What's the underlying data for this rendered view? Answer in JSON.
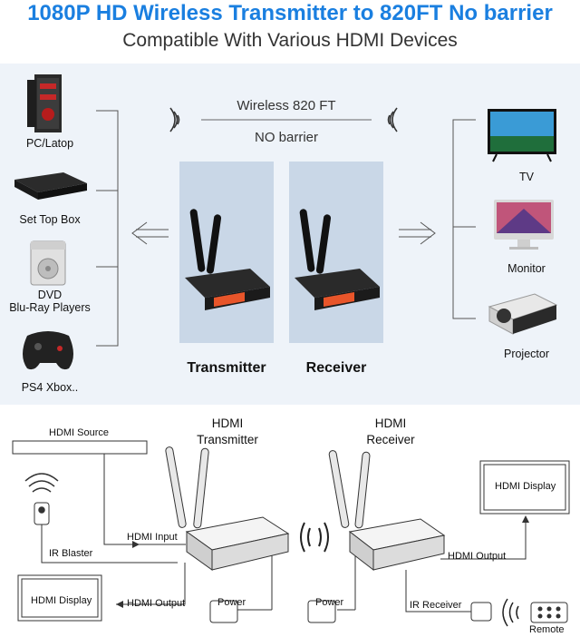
{
  "header": {
    "title": "1080P HD Wireless Transmitter to 820FT No barrier",
    "subtitle": "Compatible With Various HDMI Devices"
  },
  "top": {
    "sources": [
      "PC/Latop",
      "Set Top Box",
      "DVD",
      "Blu-Ray Players",
      "PS4 Xbox.."
    ],
    "displays": [
      "TV",
      "Monitor",
      "Projector"
    ],
    "range_label": "Wireless 820 FT",
    "barrier_label": "NO barrier",
    "transmitter_label": "Transmitter",
    "receiver_label": "Receiver"
  },
  "diagram": {
    "hdmi_source": "HDMI Source",
    "tx_title_1": "HDMI",
    "tx_title_2": "Transmitter",
    "rx_title_1": "HDMI",
    "rx_title_2": "Receiver",
    "hdmi_display_left": "HDMI Display",
    "hdmi_display_right": "HDMI Display",
    "hdmi_input": "HDMI Input",
    "hdmi_output_left": "HDMI Output",
    "hdmi_output_right": "HDMI Output",
    "ir_blaster": "IR Blaster",
    "ir_receiver": "IR Receiver",
    "power_left": "Power",
    "power_right": "Power",
    "remote": "Remote"
  },
  "colors": {
    "title": "#1a7fe0",
    "panel": "#eef3f9",
    "device_accent": "#e8552a"
  }
}
